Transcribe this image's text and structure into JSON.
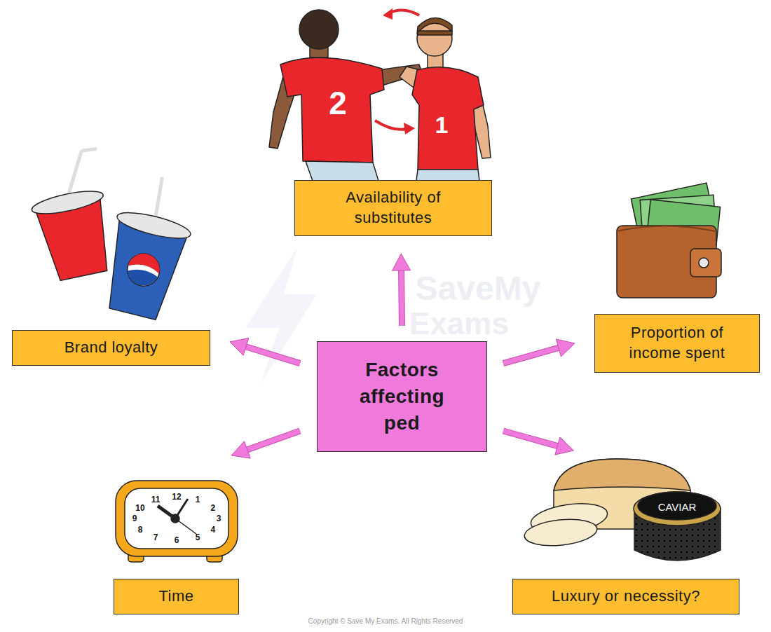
{
  "diagram": {
    "nodes": [
      {
        "text": [
          "Availability of substitutes"
        ]
      },
      {
        "text": [
          "Brand loyalty"
        ]
      },
      {
        "text": [
          "Proportion of income spent"
        ]
      },
      {
        "text": [
          "Factors affecting ped"
        ]
      },
      {
        "text": [
          "Time"
        ]
      },
      {
        "text": [
          "Luxury or necessity?"
        ]
      }
    ],
    "edges": [
      {
        "from": 3,
        "to": 0,
        "arrow": "to"
      },
      {
        "from": 3,
        "to": 1,
        "arrow": "to"
      },
      {
        "from": 3,
        "to": 2,
        "arrow": "to"
      },
      {
        "from": 3,
        "to": 4,
        "arrow": "to"
      },
      {
        "from": 3,
        "to": 5,
        "arrow": "to"
      }
    ],
    "labels": [
      "2",
      "1",
      "CAVIAR",
      "12",
      "1",
      "2",
      "3",
      "4",
      "5",
      "6",
      "7",
      "8",
      "9",
      "10",
      "11",
      "SaveMy",
      "Exams",
      "Copyright © Save My Exams. All Rights Reserved"
    ]
  }
}
